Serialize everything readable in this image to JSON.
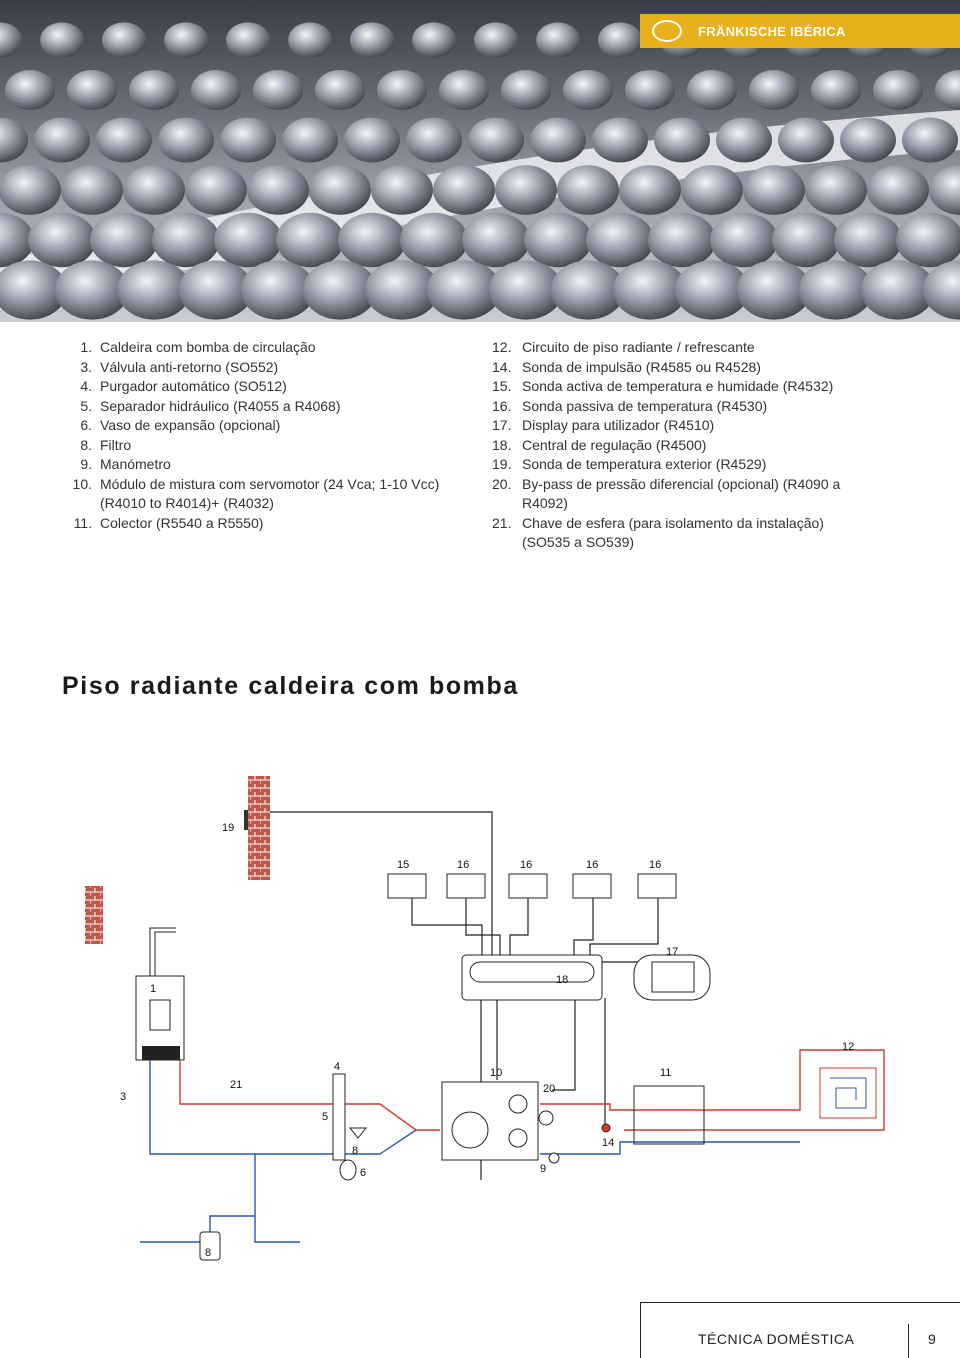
{
  "brand": {
    "name": "FRÄNKISCHE IBÉRICA"
  },
  "legend_left": [
    {
      "num": "1.",
      "text": "Caldeira com bomba de circulação"
    },
    {
      "num": "3.",
      "text": "Válvula anti-retorno (SO552)"
    },
    {
      "num": "4.",
      "text": "Purgador automático (SO512)"
    },
    {
      "num": "5.",
      "text": "Separador hidráulico (R4055 a R4068)"
    },
    {
      "num": "6.",
      "text": "Vaso de expansão (opcional)"
    },
    {
      "num": "8.",
      "text": "Filtro"
    },
    {
      "num": "9.",
      "text": "Manómetro"
    },
    {
      "num": "10.",
      "text": "Módulo de mistura com servomotor (24 Vca; 1-10 Vcc)"
    },
    {
      "num": "",
      "text": "(R4010 to R4014)+ (R4032)"
    },
    {
      "num": "11.",
      "text": "Colector (R5540 a R5550)"
    }
  ],
  "legend_right": [
    {
      "num": "12.",
      "text": "Circuito de piso radiante / refrescante"
    },
    {
      "num": "14.",
      "text": "Sonda de impulsão (R4585 ou R4528)"
    },
    {
      "num": "15.",
      "text": "Sonda activa de temperatura e humidade (R4532)"
    },
    {
      "num": "16.",
      "text": "Sonda passiva de temperatura (R4530)"
    },
    {
      "num": "17.",
      "text": "Display para utilizador (R4510)"
    },
    {
      "num": "18.",
      "text": "Central de regulação (R4500)"
    },
    {
      "num": "19.",
      "text": "Sonda de temperatura exterior (R4529)"
    },
    {
      "num": "20.",
      "text": "By-pass de pressão diferencial (opcional) (R4090 a"
    },
    {
      "num": "",
      "text": "R4092)"
    },
    {
      "num": "21.",
      "text": "Chave de esfera (para isolamento da instalação)"
    },
    {
      "num": "",
      "text": "(SO535 a SO539)"
    }
  ],
  "section_title": "Piso radiante caldeira com bomba",
  "diagram_labels": {
    "l19": "19",
    "l15": "15",
    "l16a": "16",
    "l16b": "16",
    "l16c": "16",
    "l16d": "16",
    "l17": "17",
    "l18": "18",
    "l1": "1",
    "l12": "12",
    "l3": "3",
    "l21": "21",
    "l4": "4",
    "l5": "5",
    "l10": "10",
    "l20": "20",
    "l11": "11",
    "l8a": "8",
    "l6": "6",
    "l9": "9",
    "l14": "14",
    "l8b": "8"
  },
  "footer": {
    "section": "TÉCNICA DOMÉSTICA",
    "page": "9"
  },
  "colors": {
    "flow": "#d23a2a",
    "return": "#2f56b0",
    "accent": "#e8b01a",
    "brick": "#c0564a"
  }
}
